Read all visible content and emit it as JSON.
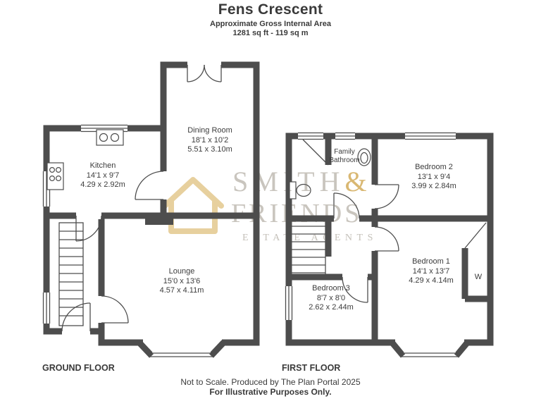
{
  "header": {
    "title": "Fens Crescent",
    "subtitle": "Approximate Gross Internal Area",
    "area": "1281 sq ft - 119 sq m"
  },
  "ground_floor": {
    "label": "GROUND FLOOR",
    "kitchen": {
      "name": "Kitchen",
      "imperial": "14'1 x 9'7",
      "metric": "4.29 x 2.92m"
    },
    "dining_room": {
      "name": "Dining Room",
      "imperial": "18'1 x 10'2",
      "metric": "5.51 x 3.10m"
    },
    "lounge": {
      "name": "Lounge",
      "imperial": "15'0 x 13'6",
      "metric": "4.57 x 4.11m"
    }
  },
  "first_floor": {
    "label": "FIRST FLOOR",
    "family_bathroom": {
      "name_line1": "Family",
      "name_line2": "Bathroom"
    },
    "bedroom2": {
      "name": "Bedroom 2",
      "imperial": "13'1 x 9'4",
      "metric": "3.99 x 2.84m"
    },
    "bedroom1": {
      "name": "Bedroom 1",
      "imperial": "14'1 x 13'7",
      "metric": "4.29 x 4.14m"
    },
    "bedroom3": {
      "name": "Bedroom 3",
      "imperial": "8'7 x 8'0",
      "metric": "2.62 x 2.44m"
    },
    "wardrobe_label": "W"
  },
  "watermark": {
    "name_part1": "SMITH",
    "ampersand": "&",
    "name_part2": "FRIENDS",
    "tagline": "ESTATE AGENTS"
  },
  "footer": {
    "line1": "Not to Scale. Produced by The Plan Portal 2025",
    "line2": "For Illustrative Purposes Only."
  },
  "colors": {
    "wall": "#4d4d4d",
    "text": "#3a3a3a",
    "watermark_text": "#c9c5be",
    "watermark_gold": "#d9b873"
  }
}
